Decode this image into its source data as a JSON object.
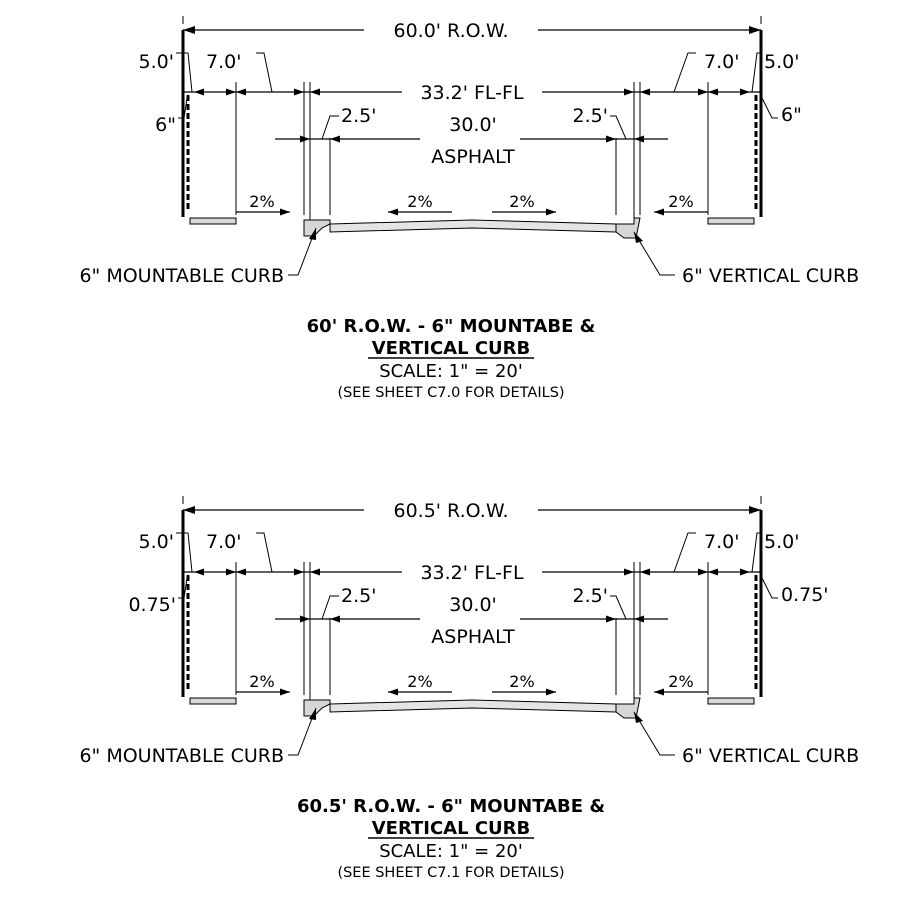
{
  "sections": [
    {
      "row_label": "60.0' R.O.W.",
      "left_walk": "5.0'",
      "left_parkway": "7.0'",
      "right_parkway": "7.0'",
      "right_walk": "5.0'",
      "left_offset": "6\"",
      "right_offset": "6\"",
      "fl_fl": "33.2' FL-FL",
      "left_gutter": "2.5'",
      "right_gutter": "2.5'",
      "asphalt_width": "30.0'",
      "asphalt_label": "ASPHALT",
      "slopes": [
        "2%",
        "2%",
        "2%",
        "2%"
      ],
      "left_curb_callout": "6\" MOUNTABLE CURB",
      "right_curb_callout": "6\" VERTICAL CURB",
      "title_line1": "60' R.O.W. - 6\" MOUNTABE &",
      "title_line2": "VERTICAL CURB",
      "scale": "SCALE: 1\" = 20'",
      "note": "(SEE SHEET C7.0 FOR DETAILS)"
    },
    {
      "row_label": "60.5' R.O.W.",
      "left_walk": "5.0'",
      "left_parkway": "7.0'",
      "right_parkway": "7.0'",
      "right_walk": "5.0'",
      "left_offset": "0.75'",
      "right_offset": "0.75'",
      "fl_fl": "33.2' FL-FL",
      "left_gutter": "2.5'",
      "right_gutter": "2.5'",
      "asphalt_width": "30.0'",
      "asphalt_label": "ASPHALT",
      "slopes": [
        "2%",
        "2%",
        "2%",
        "2%"
      ],
      "left_curb_callout": "6\" MOUNTABLE CURB",
      "right_curb_callout": "6\" VERTICAL CURB",
      "title_line1": "60.5' R.O.W. - 6\" MOUNTABE &",
      "title_line2": "VERTICAL CURB",
      "scale": "SCALE: 1\" = 20'",
      "note": "(SEE SHEET C7.1 FOR DETAILS)"
    }
  ]
}
